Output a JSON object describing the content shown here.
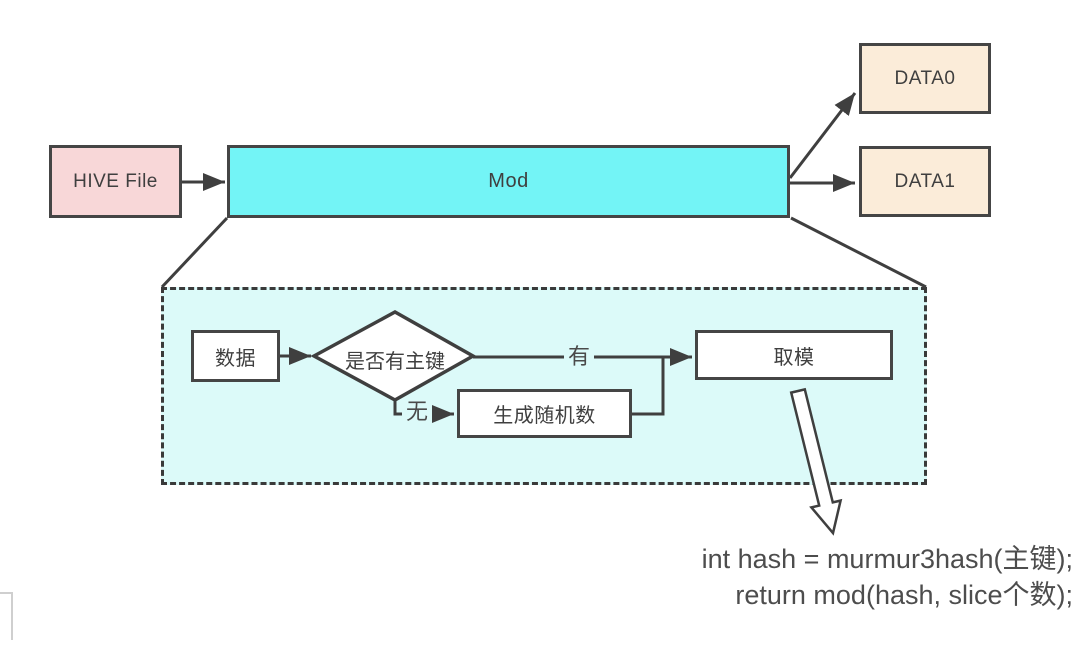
{
  "nodes": {
    "hive": {
      "label": "HIVE File",
      "fill": "#f8d7d8"
    },
    "mod": {
      "label": "Mod",
      "fill": "#73f4f6"
    },
    "data0": {
      "label": "DATA0",
      "fill": "#fbecd9"
    },
    "data1": {
      "label": "DATA1",
      "fill": "#fbecd9"
    },
    "data_cn": {
      "label": "数据",
      "fill": "#ffffff"
    },
    "decision": {
      "label": "是否有主键",
      "fill": "#ffffff"
    },
    "random": {
      "label": "生成随机数",
      "fill": "#ffffff"
    },
    "modulo": {
      "label": "取模",
      "fill": "#ffffff"
    }
  },
  "edge_labels": {
    "yes": "有",
    "no": "无"
  },
  "code": {
    "line1": "int hash = murmur3hash(主键);",
    "line2": "return mod(hash, slice个数);"
  },
  "colors": {
    "line": "#404040",
    "panel_fill": "#dcfaf9",
    "background": "#ffffff"
  }
}
